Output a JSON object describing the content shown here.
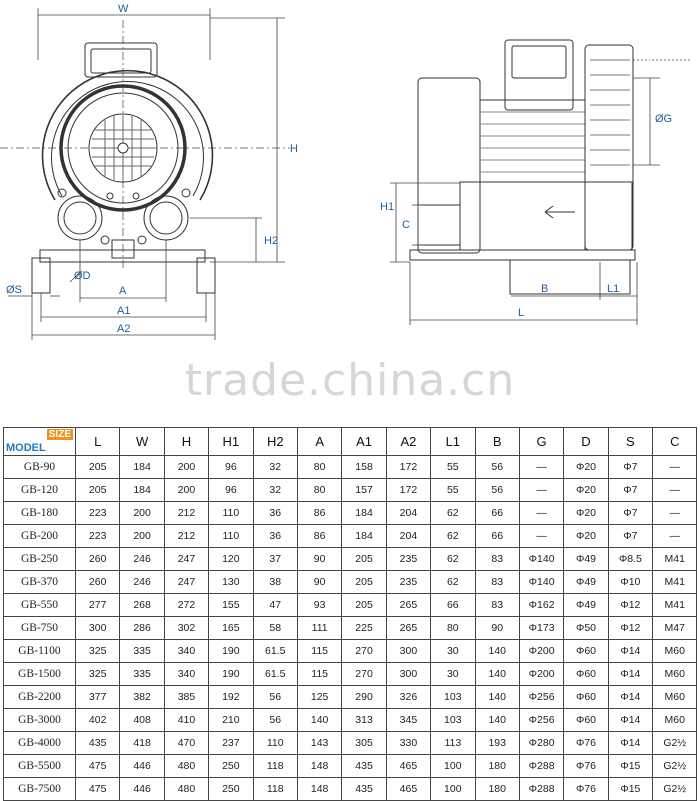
{
  "drawing": {
    "dimension_labels": {
      "W": "W",
      "H": "H",
      "H2": "H2",
      "S": "ØS",
      "D": "ØD",
      "A": "A",
      "A1": "A1",
      "A2": "A2",
      "G": "ØG",
      "H1": "H1",
      "C": "C",
      "B": "B",
      "L1": "L1",
      "L": "L"
    }
  },
  "watermark": "trade.china.cn",
  "table": {
    "corner_model": "MODEL",
    "corner_size": "SIZE",
    "columns": [
      "L",
      "W",
      "H",
      "H1",
      "H2",
      "A",
      "A1",
      "A2",
      "L1",
      "B",
      "G",
      "D",
      "S",
      "C"
    ],
    "rows": [
      {
        "model": "GB-90",
        "values": [
          "205",
          "184",
          "200",
          "96",
          "32",
          "80",
          "158",
          "172",
          "55",
          "56",
          "—",
          "Φ20",
          "Φ7",
          "—"
        ]
      },
      {
        "model": "GB-120",
        "values": [
          "205",
          "184",
          "200",
          "96",
          "32",
          "80",
          "157",
          "172",
          "55",
          "56",
          "—",
          "Φ20",
          "Φ7",
          "—"
        ]
      },
      {
        "model": "GB-180",
        "values": [
          "223",
          "200",
          "212",
          "110",
          "36",
          "86",
          "184",
          "204",
          "62",
          "66",
          "—",
          "Φ20",
          "Φ7",
          "—"
        ]
      },
      {
        "model": "GB-200",
        "values": [
          "223",
          "200",
          "212",
          "110",
          "36",
          "86",
          "184",
          "204",
          "62",
          "66",
          "—",
          "Φ20",
          "Φ7",
          "—"
        ]
      },
      {
        "model": "GB-250",
        "values": [
          "260",
          "246",
          "247",
          "120",
          "37",
          "90",
          "205",
          "235",
          "62",
          "83",
          "Φ140",
          "Φ49",
          "Φ8.5",
          "M41"
        ]
      },
      {
        "model": "GB-370",
        "values": [
          "260",
          "246",
          "247",
          "130",
          "38",
          "90",
          "205",
          "235",
          "62",
          "83",
          "Φ140",
          "Φ49",
          "Φ10",
          "M41"
        ]
      },
      {
        "model": "GB-550",
        "values": [
          "277",
          "268",
          "272",
          "155",
          "47",
          "93",
          "205",
          "265",
          "66",
          "83",
          "Φ162",
          "Φ49",
          "Φ12",
          "M41"
        ]
      },
      {
        "model": "GB-750",
        "values": [
          "300",
          "286",
          "302",
          "165",
          "58",
          "111",
          "225",
          "265",
          "80",
          "90",
          "Φ173",
          "Φ50",
          "Φ12",
          "M47"
        ]
      },
      {
        "model": "GB-1100",
        "values": [
          "325",
          "335",
          "340",
          "190",
          "61.5",
          "115",
          "270",
          "300",
          "30",
          "140",
          "Φ200",
          "Φ60",
          "Φ14",
          "M60"
        ]
      },
      {
        "model": "GB-1500",
        "values": [
          "325",
          "335",
          "340",
          "190",
          "61.5",
          "115",
          "270",
          "300",
          "30",
          "140",
          "Φ200",
          "Φ60",
          "Φ14",
          "M60"
        ]
      },
      {
        "model": "GB-2200",
        "values": [
          "377",
          "382",
          "385",
          "192",
          "56",
          "125",
          "290",
          "326",
          "103",
          "140",
          "Φ256",
          "Φ60",
          "Φ14",
          "M60"
        ]
      },
      {
        "model": "GB-3000",
        "values": [
          "402",
          "408",
          "410",
          "210",
          "56",
          "140",
          "313",
          "345",
          "103",
          "140",
          "Φ256",
          "Φ60",
          "Φ14",
          "M60"
        ]
      },
      {
        "model": "GB-4000",
        "values": [
          "435",
          "418",
          "470",
          "237",
          "110",
          "143",
          "305",
          "330",
          "113",
          "193",
          "Φ280",
          "Φ76",
          "Φ14",
          "G2½"
        ]
      },
      {
        "model": "GB-5500",
        "values": [
          "475",
          "446",
          "480",
          "250",
          "118",
          "148",
          "435",
          "465",
          "100",
          "180",
          "Φ288",
          "Φ76",
          "Φ15",
          "G2½"
        ]
      },
      {
        "model": "GB-7500",
        "values": [
          "475",
          "446",
          "480",
          "250",
          "118",
          "148",
          "435",
          "465",
          "100",
          "180",
          "Φ288",
          "Φ76",
          "Φ15",
          "G2½"
        ]
      }
    ]
  }
}
